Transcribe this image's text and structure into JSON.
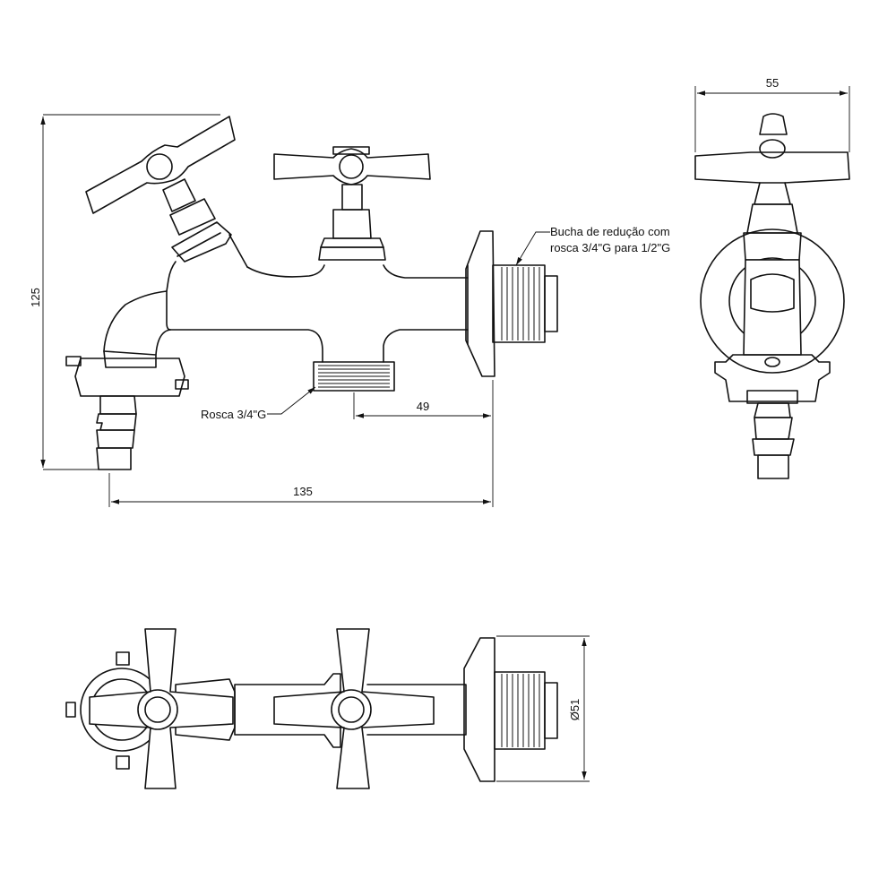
{
  "dimensions": {
    "height_total": "125",
    "length_total": "135",
    "outlet_offset": "49",
    "width_side": "55",
    "flange_diameter": "Ø51"
  },
  "callouts": {
    "bushing_line1": "Bucha de redução com",
    "bushing_line2": "rosca 3/4\"G para 1/2\"G",
    "thread_label": "Rosca 3/4\"G"
  }
}
